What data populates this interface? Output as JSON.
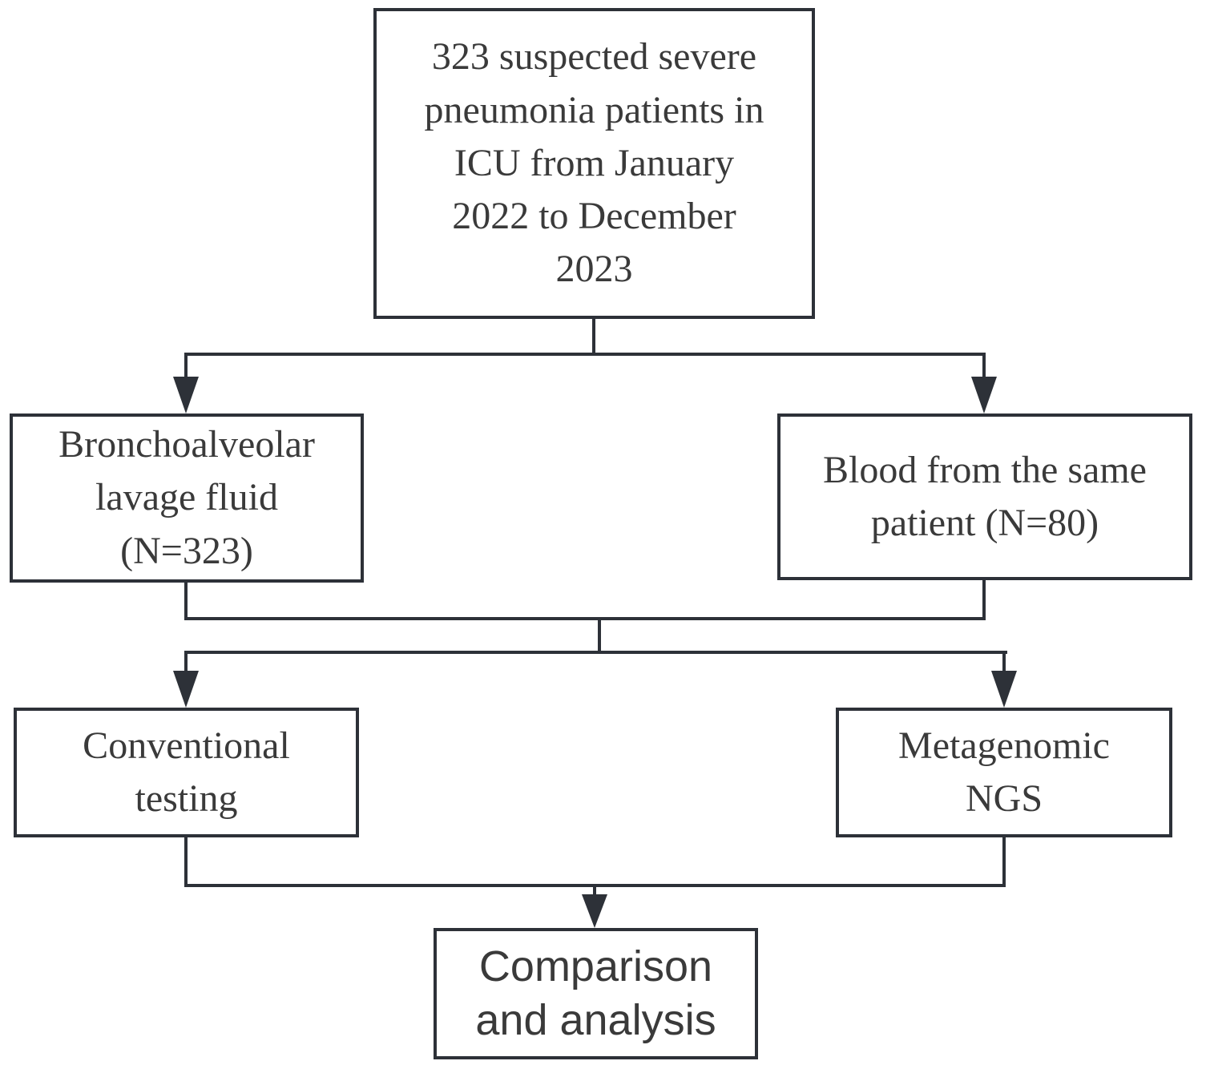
{
  "colors": {
    "line": "#2d3138",
    "text": "#3a3a3a",
    "bg": "#ffffff"
  },
  "flowchart": {
    "top_node": {
      "label": "323 suspected severe\npneumonia patients in\nICU from January\n2022 to December\n2023"
    },
    "balf_node": {
      "label": "Bronchoalveolar\nlavage fluid\n(N=323)"
    },
    "blood_node": {
      "label": "Blood from the same\npatient (N=80)"
    },
    "conventional_node": {
      "label": "Conventional\ntesting"
    },
    "mngs_node": {
      "label": "Metagenomic\nNGS"
    },
    "comparison_node": {
      "label": "Comparison\nand analysis"
    }
  }
}
